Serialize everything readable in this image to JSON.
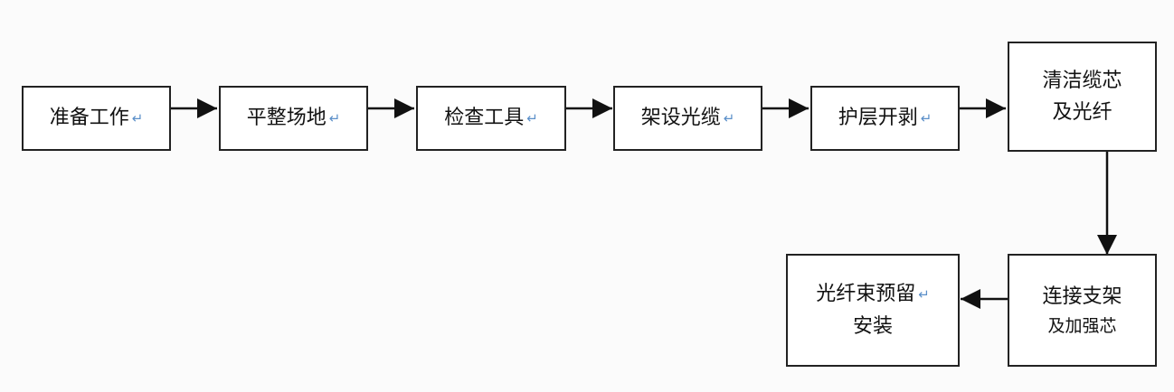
{
  "steps": {
    "s1": {
      "text": "准备工作",
      "mark": "↵"
    },
    "s2": {
      "text": "平整场地",
      "mark": "↵"
    },
    "s3": {
      "text": "检查工具",
      "mark": "↵"
    },
    "s4": {
      "text": "架设光缆",
      "mark": "↵"
    },
    "s5": {
      "text": "护层开剥",
      "mark": "↵"
    },
    "s6": {
      "line1": "清洁缆芯",
      "line2": "及光纤"
    },
    "s7": {
      "line1": "连接支架",
      "line2": "及加强芯"
    },
    "s8": {
      "line1": "光纤束预留",
      "line2": "安装",
      "mark": "↵"
    }
  },
  "colors": {
    "border": "#222222",
    "arrow": "#111111",
    "return_mark": "#5b8fc9"
  }
}
